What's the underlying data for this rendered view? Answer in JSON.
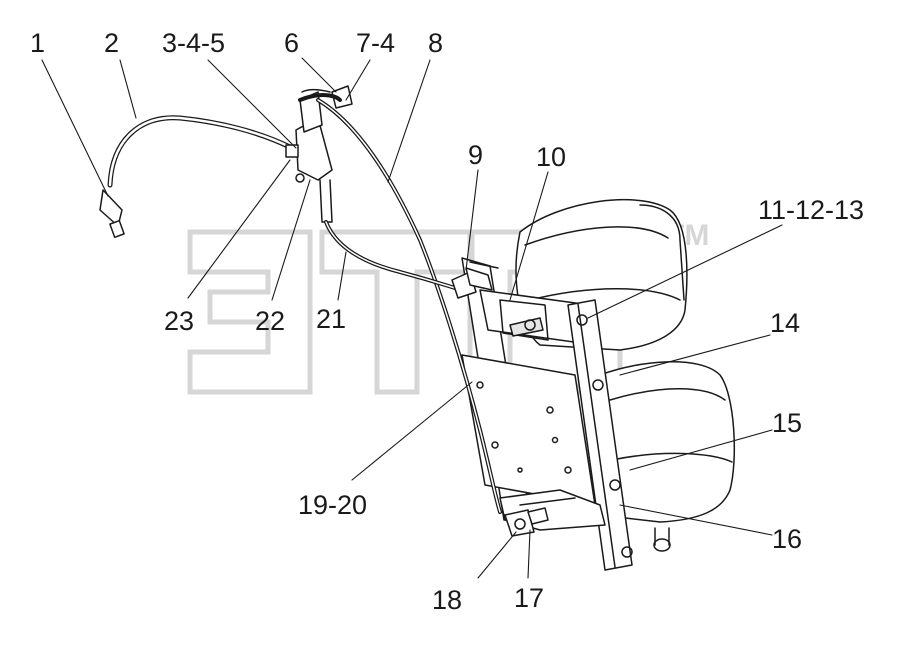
{
  "watermark": {
    "text": "ЭТП",
    "trademark": "TM",
    "color": "#d9d9d9"
  },
  "labels": {
    "l1": "1",
    "l2": "2",
    "l3": "3-4-5",
    "l6": "6",
    "l7": "7-4",
    "l8": "8",
    "l9": "9",
    "l10": "10",
    "l11": "11-12-13",
    "l14": "14",
    "l15": "15",
    "l16": "16",
    "l17": "17",
    "l18": "18",
    "l19": "19-20",
    "l21": "21",
    "l22": "22",
    "l23": "23"
  },
  "colors": {
    "line": "#1a1a1a",
    "fill": "#ffffff",
    "shade": "#e6e6e6"
  }
}
